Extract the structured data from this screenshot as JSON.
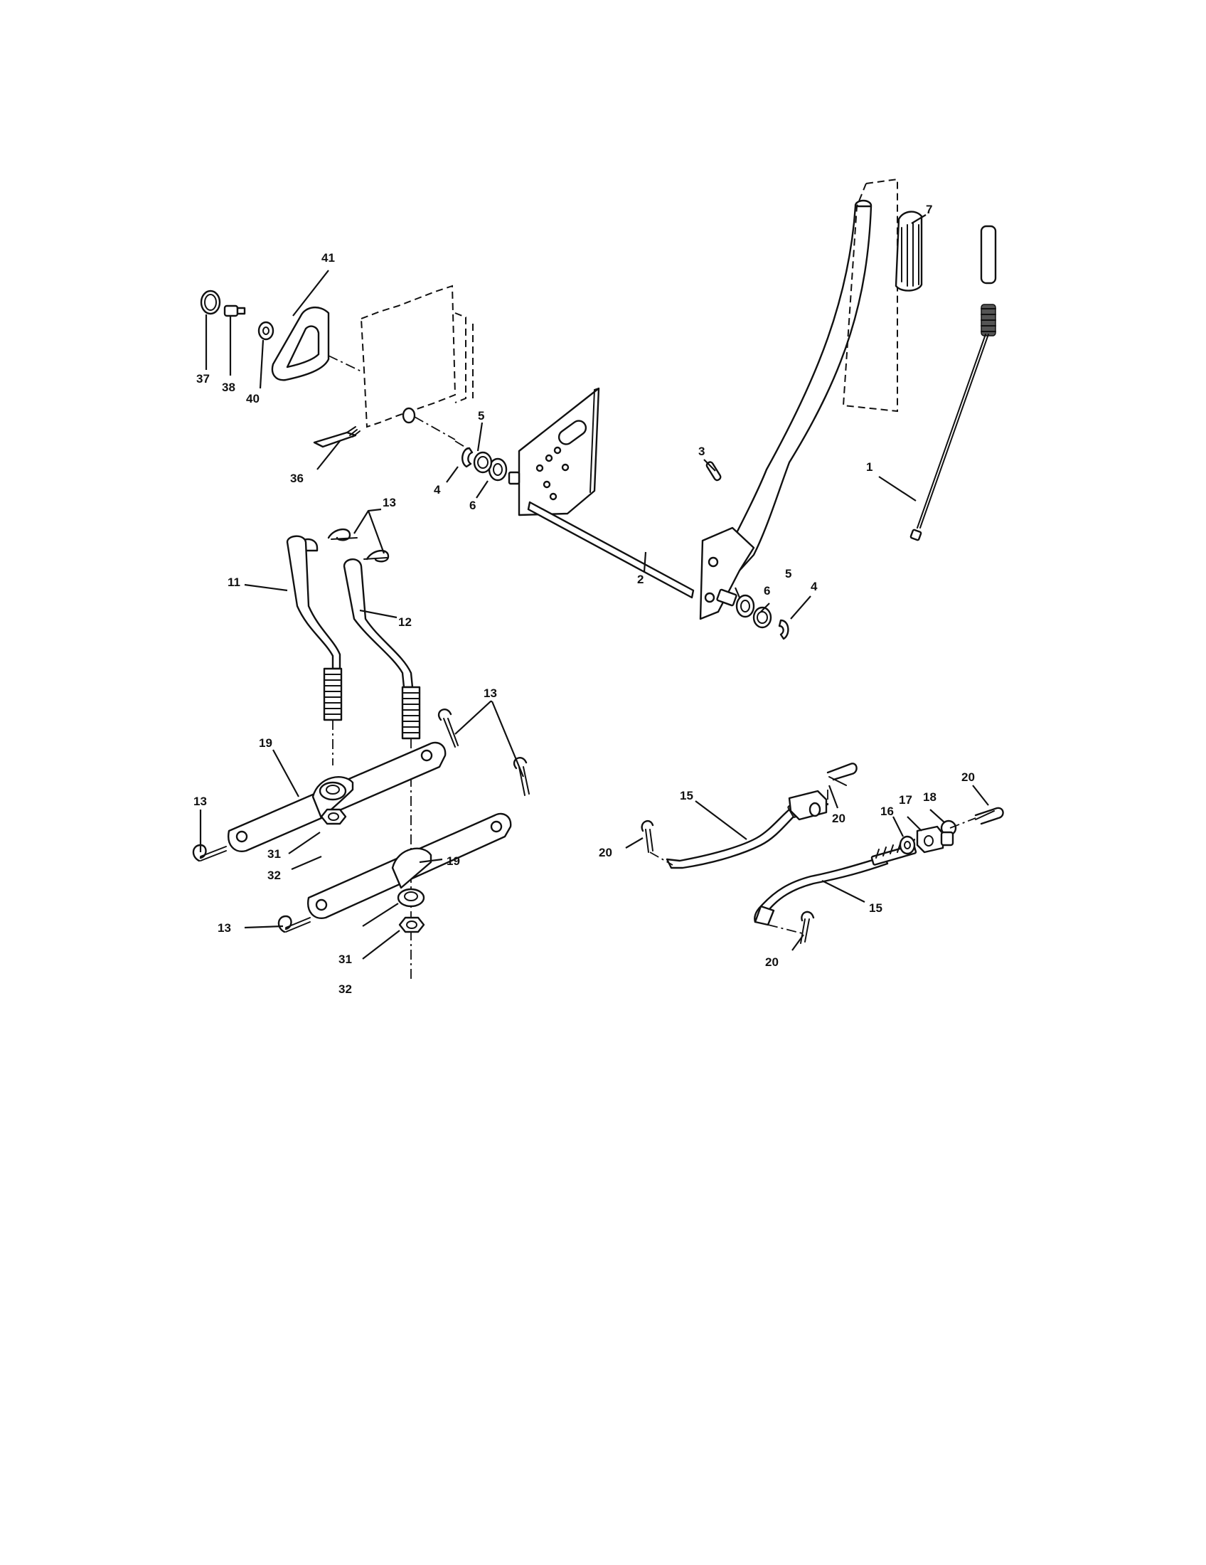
{
  "callouts": [
    {
      "id": "c-41",
      "text": "41"
    },
    {
      "id": "c-37",
      "text": "37"
    },
    {
      "id": "c-38",
      "text": "38"
    },
    {
      "id": "c-40",
      "text": "40"
    },
    {
      "id": "c-36",
      "text": "36"
    },
    {
      "id": "c-5a",
      "text": "5"
    },
    {
      "id": "c-4a",
      "text": "4"
    },
    {
      "id": "c-6a",
      "text": "6"
    },
    {
      "id": "c-7",
      "text": "7"
    },
    {
      "id": "c-3",
      "text": "3"
    },
    {
      "id": "c-1",
      "text": "1"
    },
    {
      "id": "c-13a",
      "text": "13"
    },
    {
      "id": "c-11",
      "text": "11"
    },
    {
      "id": "c-12",
      "text": "12"
    },
    {
      "id": "c-2",
      "text": "2"
    },
    {
      "id": "c-6b",
      "text": "6"
    },
    {
      "id": "c-5b",
      "text": "5"
    },
    {
      "id": "c-4b",
      "text": "4"
    },
    {
      "id": "c-13b",
      "text": "13"
    },
    {
      "id": "c-19a",
      "text": "19"
    },
    {
      "id": "c-13c",
      "text": "13"
    },
    {
      "id": "c-31a",
      "text": "31"
    },
    {
      "id": "c-32a",
      "text": "32"
    },
    {
      "id": "c-19b",
      "text": "19"
    },
    {
      "id": "c-13d",
      "text": "13"
    },
    {
      "id": "c-31b",
      "text": "31"
    },
    {
      "id": "c-32b",
      "text": "32"
    },
    {
      "id": "c-20a",
      "text": "20"
    },
    {
      "id": "c-15a",
      "text": "15"
    },
    {
      "id": "c-20b",
      "text": "20"
    },
    {
      "id": "c-16",
      "text": "16"
    },
    {
      "id": "c-17",
      "text": "17"
    },
    {
      "id": "c-18",
      "text": "18"
    },
    {
      "id": "c-20c",
      "text": "20"
    },
    {
      "id": "c-15b",
      "text": "15"
    },
    {
      "id": "c-20d",
      "text": "20"
    }
  ]
}
